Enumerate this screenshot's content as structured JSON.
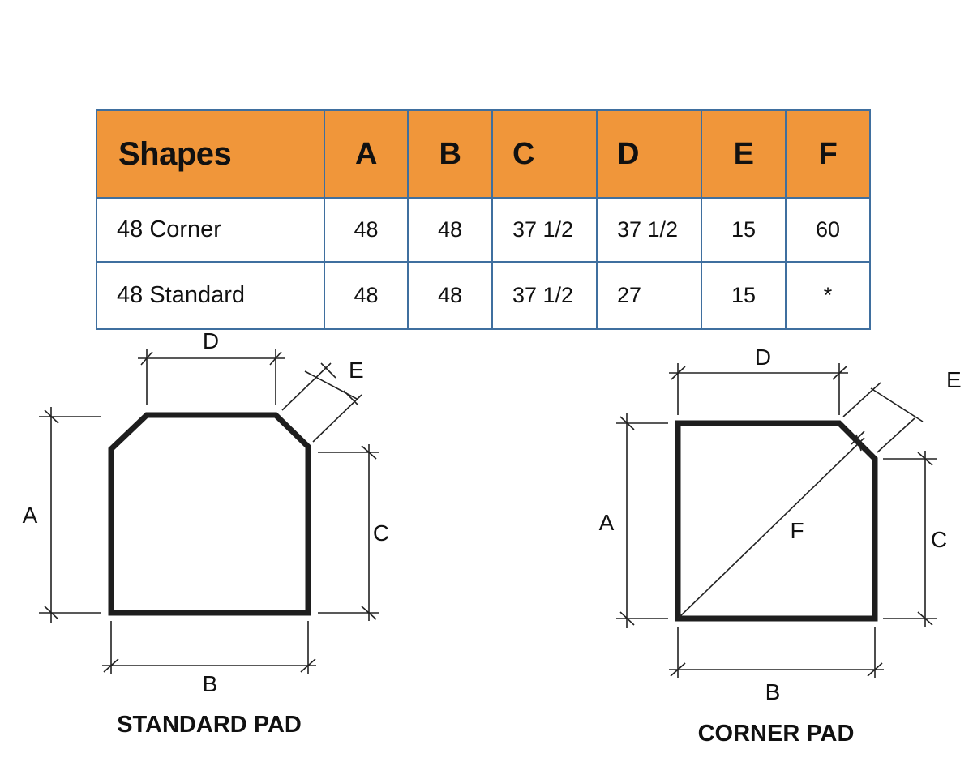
{
  "table": {
    "headers": [
      "Shapes",
      "A",
      "B",
      "C",
      "D",
      "E",
      "F"
    ],
    "rows": [
      [
        "48 Corner",
        "48",
        "48",
        "37 1/2",
        "37 1/2",
        "15",
        "60"
      ],
      [
        "48 Standard",
        "48",
        "48",
        "37 1/2",
        "27",
        "15",
        "*"
      ]
    ],
    "colors": {
      "header_background": "#f0963a",
      "border": "#3f6f9f"
    }
  },
  "standard_pad": {
    "caption": "STANDARD PAD",
    "labels": {
      "a": "A",
      "b": "B",
      "c": "C",
      "d": "D",
      "e": "E"
    }
  },
  "corner_pad": {
    "caption": "CORNER PAD",
    "labels": {
      "a": "A",
      "b": "B",
      "c": "C",
      "d": "D",
      "e": "E",
      "f": "F"
    }
  }
}
